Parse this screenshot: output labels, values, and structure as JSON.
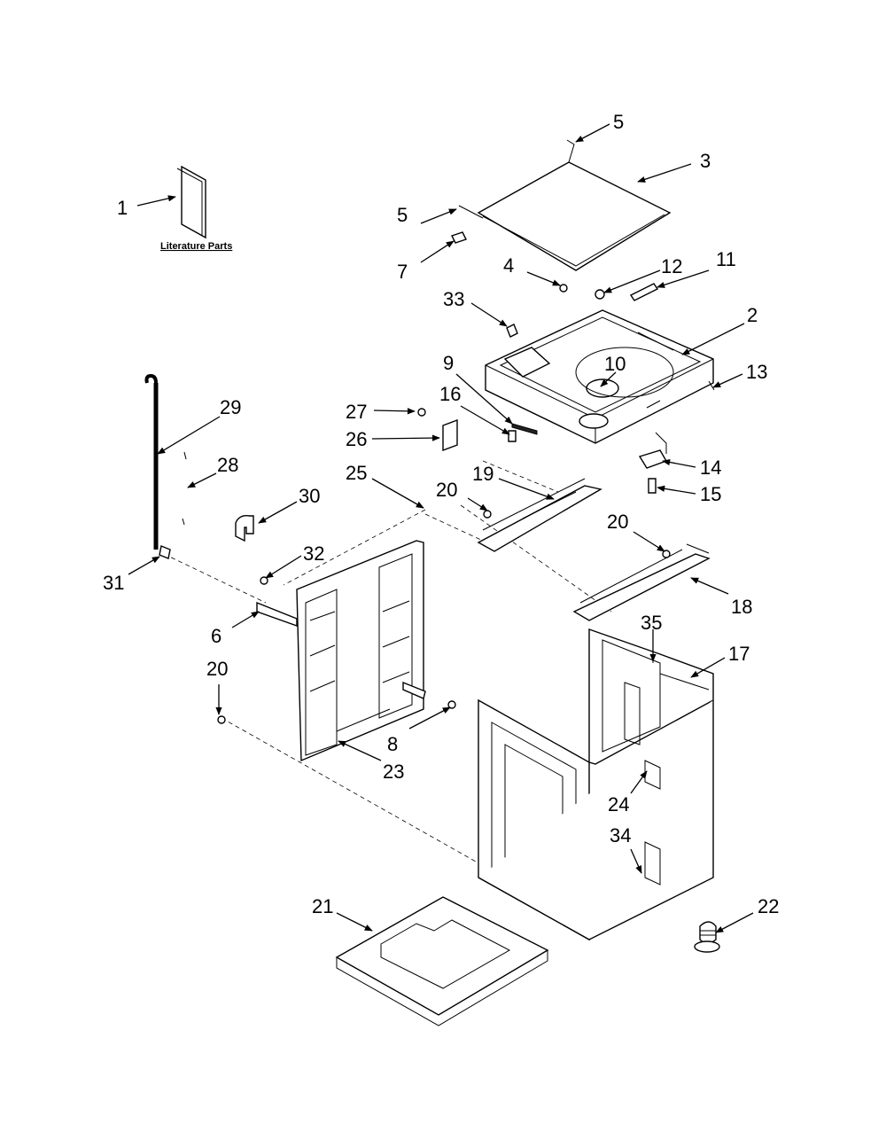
{
  "literature_label": "Literature Parts",
  "callouts": [
    "1",
    "2",
    "3",
    "4",
    "5",
    "5",
    "6",
    "7",
    "8",
    "9",
    "10",
    "11",
    "12",
    "13",
    "14",
    "15",
    "16",
    "17",
    "18",
    "19",
    "20",
    "20",
    "20",
    "21",
    "22",
    "23",
    "24",
    "25",
    "26",
    "27",
    "28",
    "29",
    "30",
    "31",
    "32",
    "33",
    "34",
    "35"
  ]
}
